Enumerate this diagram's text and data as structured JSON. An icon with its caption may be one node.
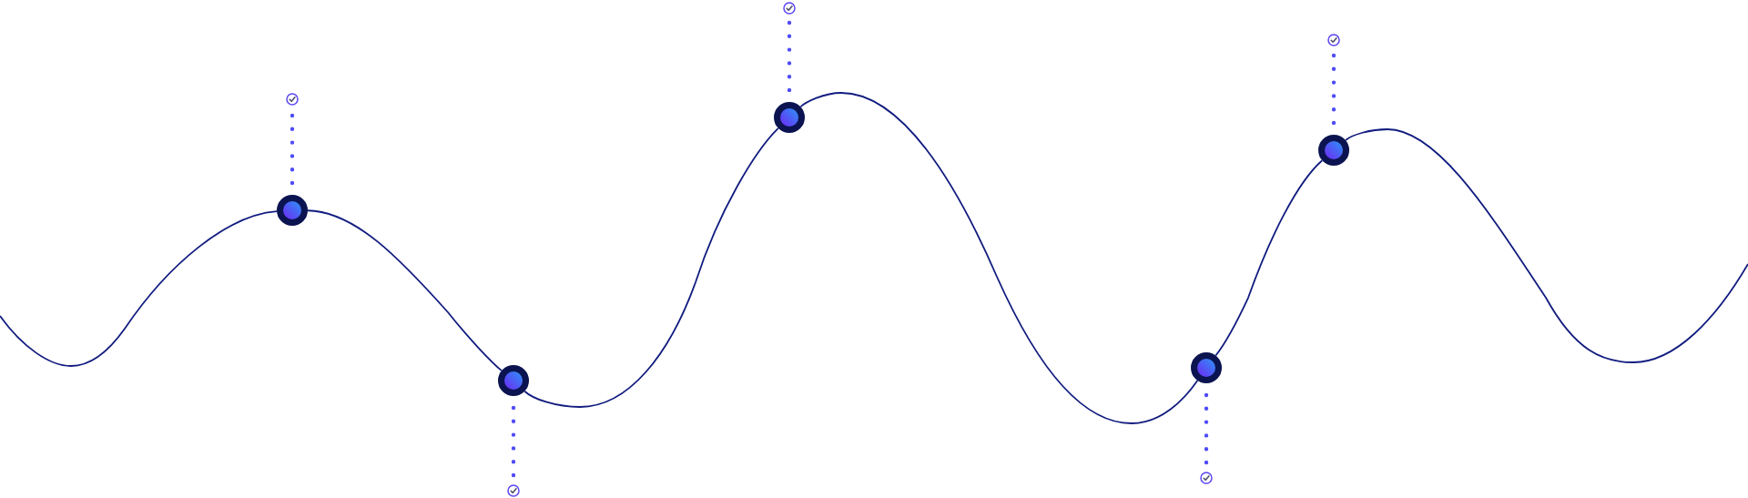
{
  "diagram": {
    "nodes": [
      {
        "text": [],
        "shape": "checkmark"
      },
      {
        "text": [],
        "shape": "circle"
      },
      {
        "text": [],
        "shape": "circle"
      },
      {
        "text": [],
        "shape": "checkmark"
      },
      {
        "text": [],
        "shape": "checkmark"
      },
      {
        "text": [],
        "shape": "circle"
      },
      {
        "text": [],
        "shape": "circle"
      },
      {
        "text": [],
        "shape": "checkmark"
      },
      {
        "text": [],
        "shape": "checkmark"
      },
      {
        "text": [],
        "shape": "circle"
      }
    ],
    "edges": [
      {
        "from": null,
        "to": 1,
        "arrow": "none"
      },
      {
        "from": 1,
        "to": 2,
        "arrow": "none"
      },
      {
        "from": 2,
        "to": 5,
        "arrow": "none"
      },
      {
        "from": 5,
        "to": 6,
        "arrow": "none"
      },
      {
        "from": 6,
        "to": 9,
        "arrow": "none"
      },
      {
        "from": 9,
        "to": null,
        "arrow": "none"
      },
      {
        "from": 1,
        "to": 0,
        "arrow": "none",
        "style": "dashed",
        "color": "#4f4cf6"
      },
      {
        "from": 2,
        "to": 3,
        "arrow": "none",
        "style": "dashed",
        "color": "#4f4cf6"
      },
      {
        "from": 5,
        "to": 4,
        "arrow": "none",
        "style": "dashed",
        "color": "#4f4cf6"
      },
      {
        "from": 6,
        "to": 7,
        "arrow": "none",
        "style": "dashed",
        "color": "#4f4cf6"
      },
      {
        "from": 9,
        "to": 8,
        "arrow": "none",
        "style": "dashed",
        "color": "#4f4cf6"
      }
    ]
  }
}
